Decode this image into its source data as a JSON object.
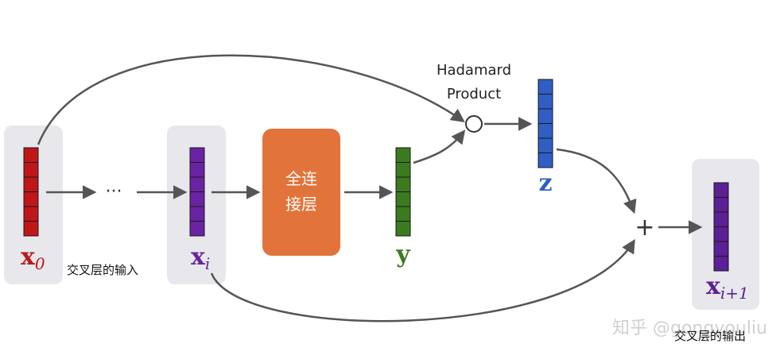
{
  "colors": {
    "x0": "#c0161a",
    "xi": "#6a23a3",
    "y": "#3b7a1e",
    "z": "#2f5fc4",
    "out": "#5b1f96",
    "fc": "#e2733a",
    "panel": "#e8e8ec",
    "arrow": "#555555"
  },
  "labels": {
    "x0_base": "x",
    "x0_sub": "0",
    "xi_base": "x",
    "xi_sub": "i",
    "y": "y",
    "z": "z",
    "out_base": "x",
    "out_sub": "i+1",
    "ellipsis": "···",
    "fc_line1": "全连",
    "fc_line2": "接层",
    "hadamard_line1": "Hadamard",
    "hadamard_line2": "Product",
    "plus": "+",
    "input_caption": "交叉层的输入",
    "output_caption": "交叉层的输出",
    "watermark": "知乎 @gongyouliu"
  },
  "icons": {
    "hadamard": "hadamard-circle-icon",
    "add": "plus-icon"
  }
}
